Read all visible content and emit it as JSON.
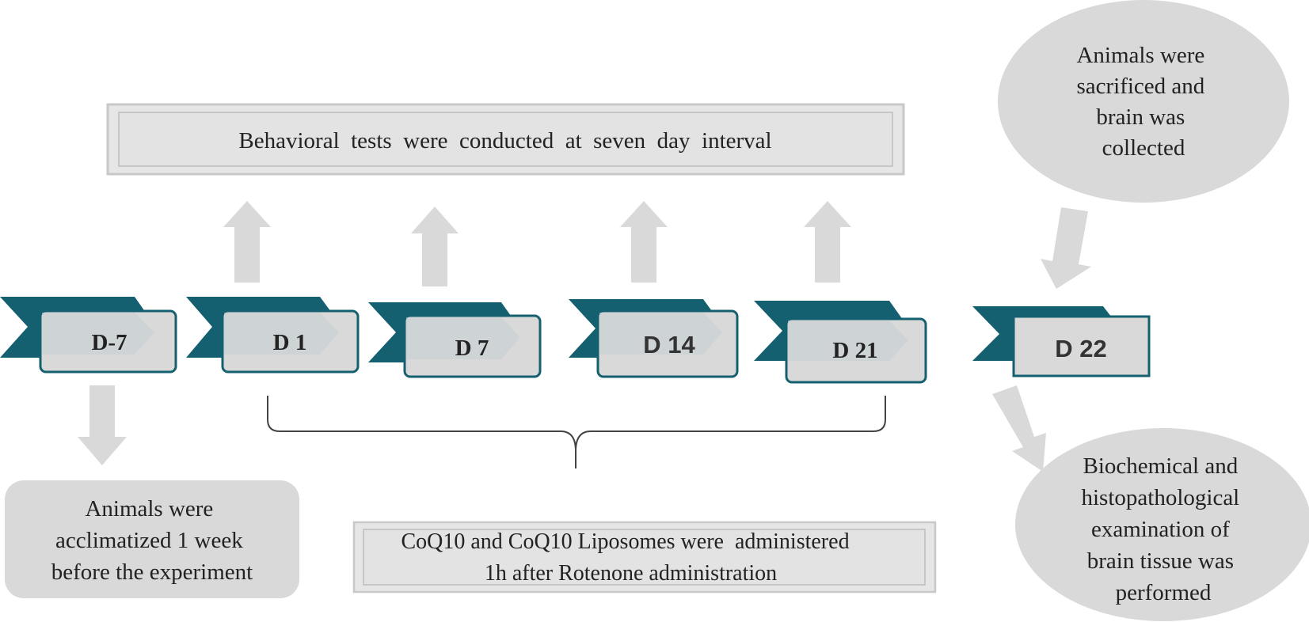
{
  "header_box": {
    "text": "Behavioral  tests  were  conducted  at  seven  day  interval"
  },
  "timeline": [
    {
      "label": "D-7"
    },
    {
      "label": "D 1"
    },
    {
      "label": "D 7"
    },
    {
      "label": "D 14"
    },
    {
      "label": "D 21"
    },
    {
      "label": "D 22"
    }
  ],
  "acclimatize_box": {
    "lines": [
      "Animals were",
      "acclimatized 1 week",
      "before the experiment"
    ]
  },
  "treatment_box": {
    "lines": [
      "CoQ10 and CoQ10 Liposomes were  administered",
      "1h after Rotenone administration"
    ]
  },
  "sacrifice_ellipse": {
    "lines": [
      "Animals were",
      "sacrificed and",
      "brain was",
      "collected"
    ]
  },
  "exam_ellipse": {
    "lines": [
      "Biochemical and",
      "histopathological",
      "examination of",
      "brain tissue was",
      "performed"
    ]
  },
  "colors": {
    "teal": "#156070",
    "box_fill": "#d9d9d9",
    "arrow": "#d9d9d9",
    "ellipse": "#d9d9d9"
  }
}
